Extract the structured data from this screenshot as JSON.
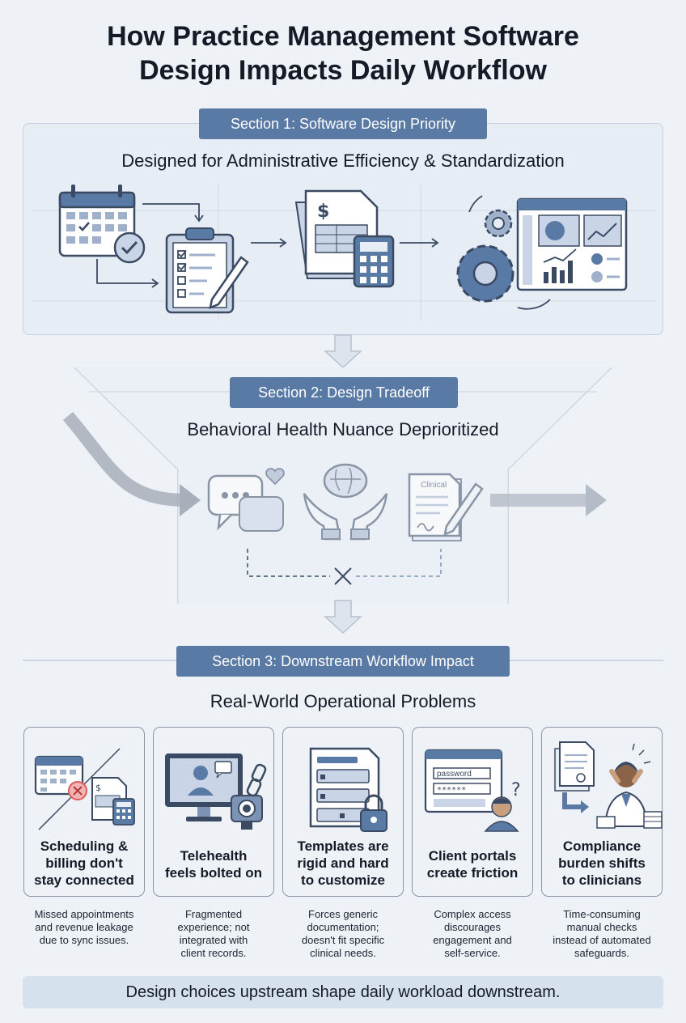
{
  "title": {
    "line1": "How Practice Management Software",
    "line2": "Design Impacts Daily Workflow"
  },
  "section1": {
    "label": "Section 1: Software Design Priority",
    "heading": "Designed for Administrative Efficiency & Standardization",
    "icons": [
      "calendar-icon",
      "checklist-icon",
      "invoice-icon",
      "calculator-icon",
      "gears-icon",
      "dashboard-icon"
    ]
  },
  "section2": {
    "label": "Section 2: Design Tradeoff",
    "heading": "Behavioral Health Nuance Deprioritized",
    "clinical_label": "Clinical",
    "icons": [
      "chat-heart-icon",
      "brain-hands-icon",
      "clinical-note-icon"
    ]
  },
  "section3": {
    "label": "Section 3: Downstream Workflow Impact",
    "heading": "Real-World Operational Problems",
    "password_label": "password",
    "password_mask": "******",
    "cards": [
      {
        "title_l1": "Scheduling &",
        "title_l2": "billing don't",
        "title_l3": "stay connected",
        "desc_l1": "Missed appointments",
        "desc_l2": "and revenue leakage",
        "desc_l3": "due to sync issues.",
        "desc_l4": ""
      },
      {
        "title_l1": "Telehealth",
        "title_l2": "feels bolted on",
        "title_l3": "",
        "desc_l1": "Fragmented",
        "desc_l2": "experience; not",
        "desc_l3": "integrated with",
        "desc_l4": "client records."
      },
      {
        "title_l1": "Templates are",
        "title_l2": "rigid and hard",
        "title_l3": "to customize",
        "desc_l1": "Forces generic",
        "desc_l2": "documentation;",
        "desc_l3": "doesn't fit specific",
        "desc_l4": "clinical needs."
      },
      {
        "title_l1": "Client portals",
        "title_l2": "create friction",
        "title_l3": "",
        "desc_l1": "Complex access",
        "desc_l2": "discourages",
        "desc_l3": "engagement and",
        "desc_l4": "self-service."
      },
      {
        "title_l1": "Compliance",
        "title_l2": "burden shifts",
        "title_l3": "to clinicians",
        "desc_l1": "Time-consuming",
        "desc_l2": "manual checks",
        "desc_l3": "instead of automated",
        "desc_l4": "safeguards."
      }
    ]
  },
  "footer": "Design choices upstream shape daily workload downstream.",
  "colors": {
    "accent": "#5a7aa6",
    "icon_dark": "#3a4a63",
    "icon_mid": "#7c93b4",
    "icon_light": "#c9d5e6",
    "alert": "#e05a5a"
  }
}
